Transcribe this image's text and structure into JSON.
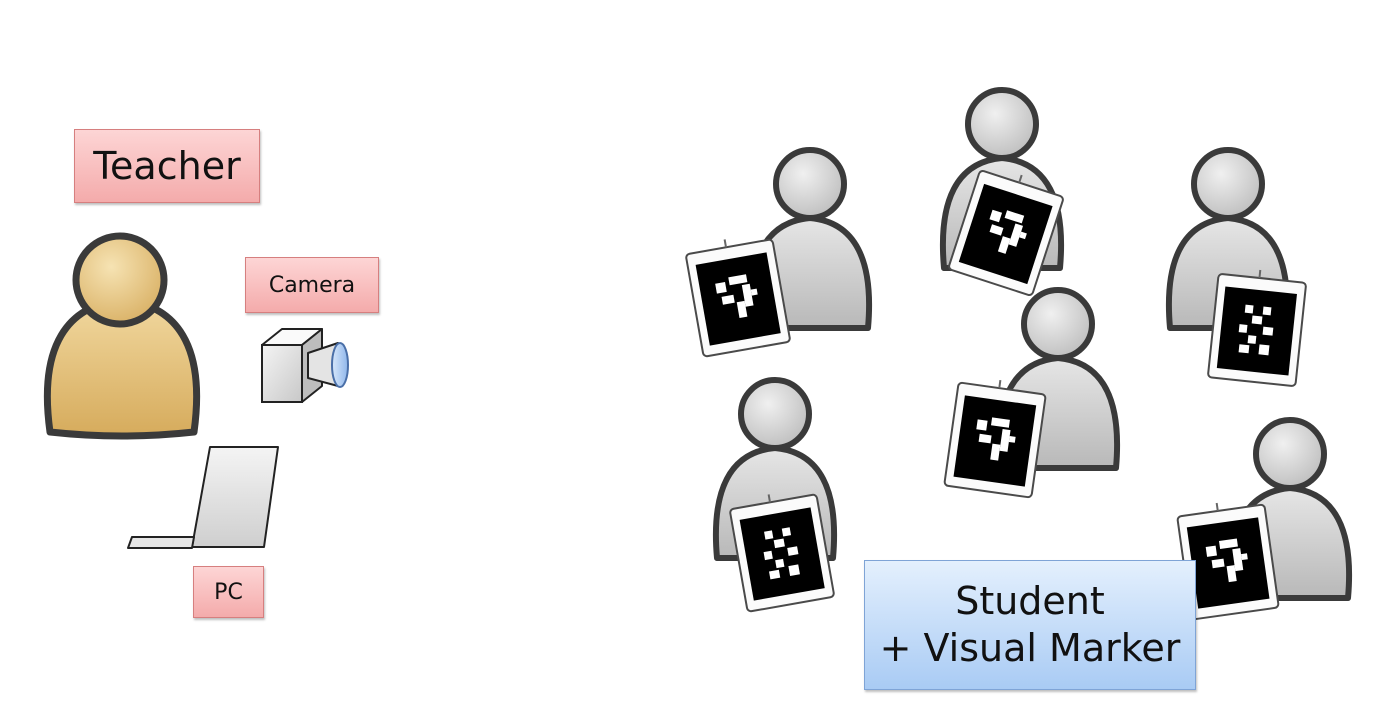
{
  "teacher_section": {
    "teacher_label": "Teacher",
    "camera_label": "Camera",
    "pc_label": "PC"
  },
  "student_section": {
    "label_line1": "Student",
    "label_line2": "+ Visual Marker"
  },
  "colors": {
    "teacher_figure": "#e2bf72",
    "student_figure": "#cfcfcf",
    "label_pink": "#f8c2c2",
    "label_blue": "#c4dcf7"
  }
}
